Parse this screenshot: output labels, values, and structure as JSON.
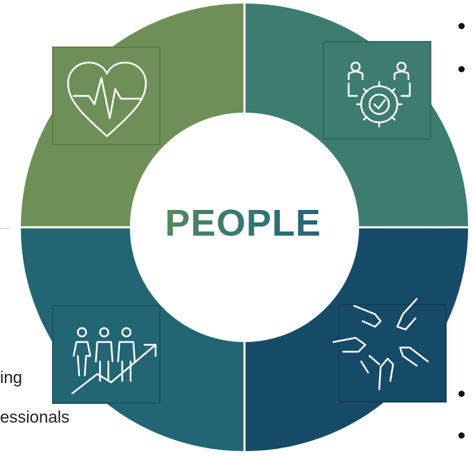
{
  "center": {
    "title": "PEOPLE"
  },
  "quadrants": [
    {
      "id": "health",
      "icon": "heart-rate-icon",
      "color": "#6f8f58"
    },
    {
      "id": "engagement",
      "icon": "people-gear-icon",
      "color": "#3e7c70"
    },
    {
      "id": "collaboration",
      "icon": "hands-together-icon",
      "color": "#164b68"
    },
    {
      "id": "growth",
      "icon": "people-growth-icon",
      "color": "#226573"
    }
  ],
  "side_text": {
    "bottom_left_1": "ing",
    "bottom_left_2": "essionals"
  }
}
